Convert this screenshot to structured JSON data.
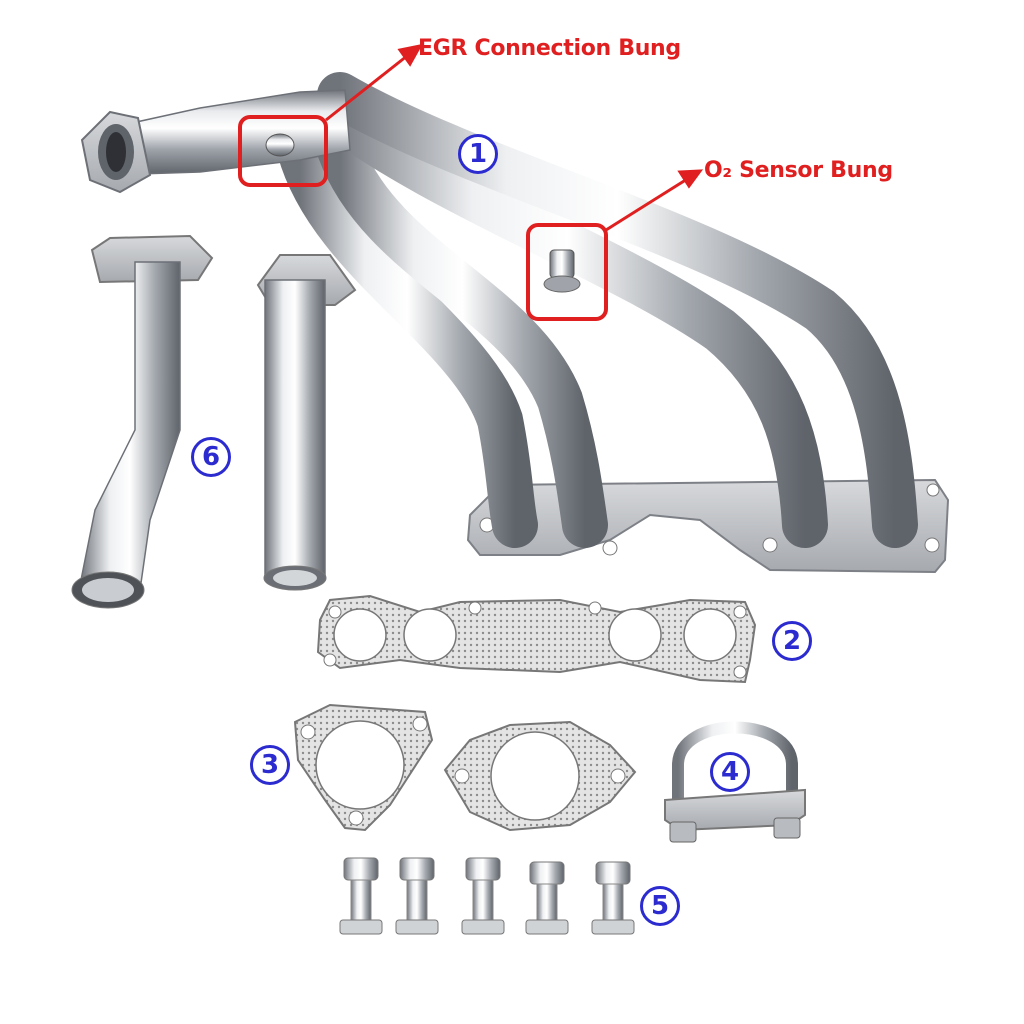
{
  "callouts": {
    "egr": "EGR Connection Bung",
    "o2": "O₂ Sensor Bung"
  },
  "part_numbers": [
    "1",
    "2",
    "3",
    "4",
    "5",
    "6"
  ],
  "colors": {
    "callout": "#e02020",
    "number": "#2b2bd0",
    "steel_light": "#f2f3f5",
    "steel_dark": "#8a8e94"
  }
}
